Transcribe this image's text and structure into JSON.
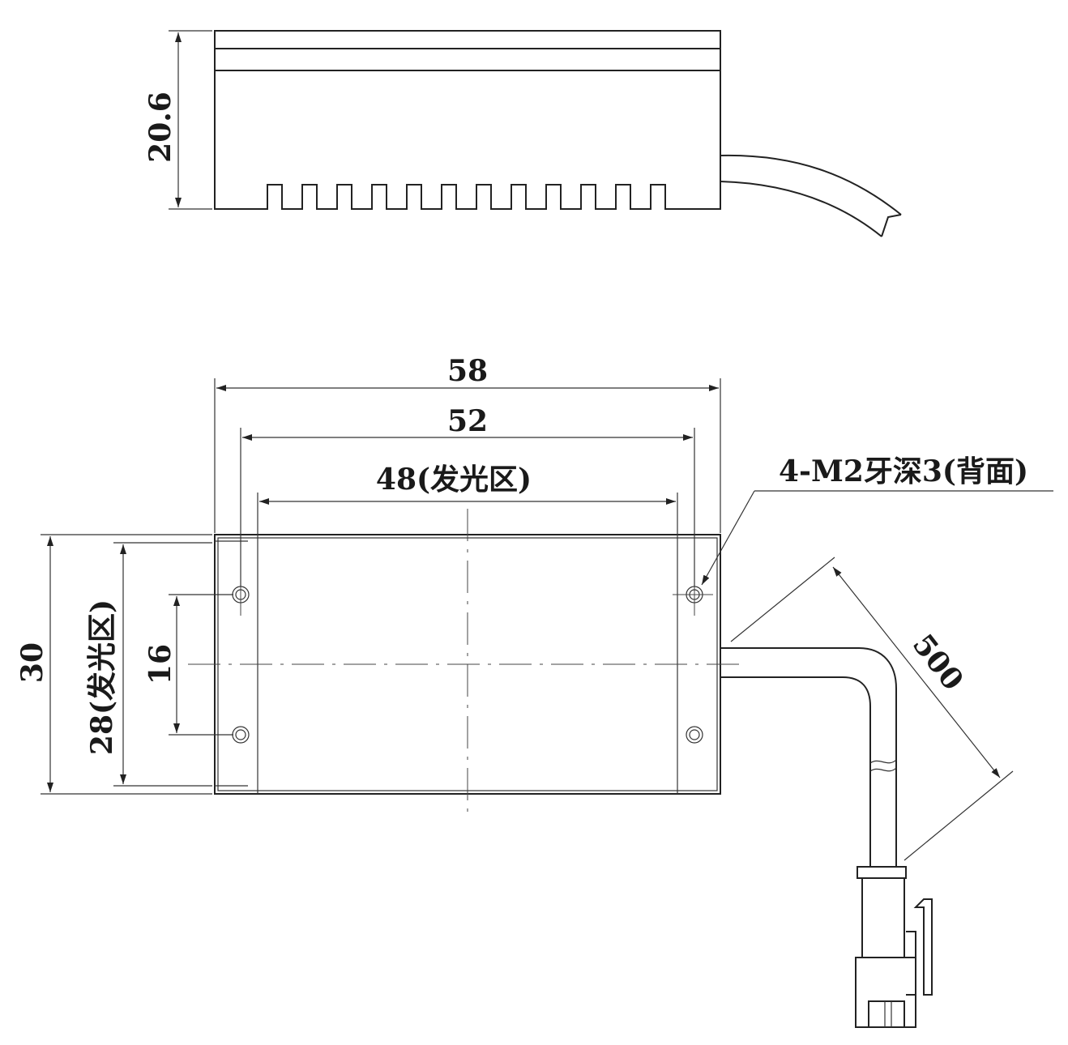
{
  "dimensions": {
    "height_side": "20.6",
    "overall_width": "58",
    "hole_pitch_x": "52",
    "emitting_width": "48(发光区)",
    "overall_height": "30",
    "emitting_height": "28(发光区)",
    "hole_pitch_y": "16",
    "cable_length": "500",
    "thread_note": "4-M2牙深3(背面)"
  }
}
